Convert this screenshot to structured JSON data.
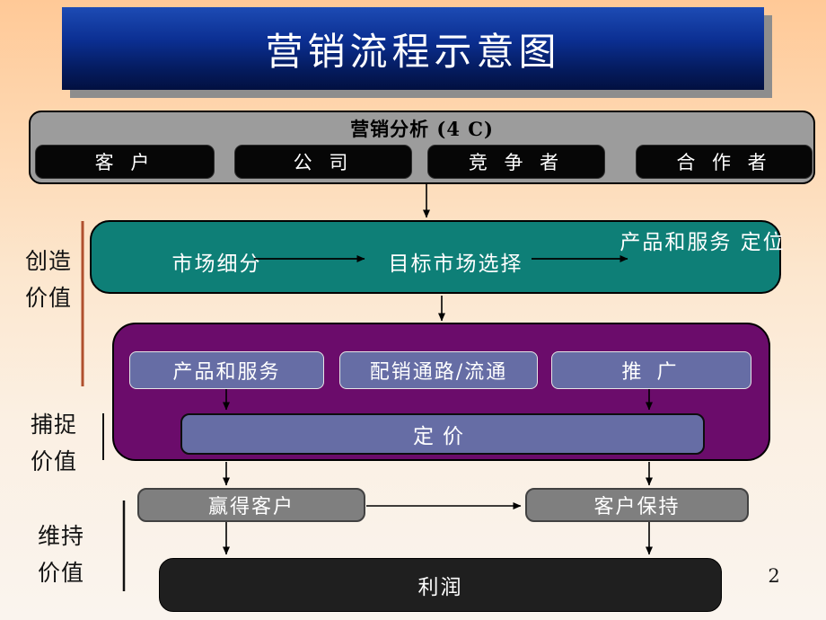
{
  "slide": {
    "title": "营销流程示意图",
    "page_number": "2"
  },
  "analysis": {
    "title": "营销分析 (4 C)",
    "items": [
      "客 户",
      "公 司",
      "竞 争 者",
      "合 作 者"
    ]
  },
  "stages": [
    {
      "line1": "创造",
      "line2": "价值"
    },
    {
      "line1": "捕捉",
      "line2": "价值"
    },
    {
      "line1": "维持",
      "line2": "价值"
    }
  ],
  "create_row": {
    "step1": "市场细分",
    "step2": "目标市场选择",
    "step3_line1": "产品和服务",
    "step3_line2": "定位"
  },
  "mix_row": {
    "buttons": [
      "产品和服务",
      "配销通路/流通",
      "推 广"
    ],
    "pricing": "定价"
  },
  "retention_row": {
    "left": "赢得客户",
    "right": "客户保持"
  },
  "profit": {
    "label": "利润"
  },
  "colors": {
    "background_top": "#ffc997",
    "background_bottom": "#faf4ee",
    "banner_top": "#1d4bb4",
    "banner_bottom": "#021040",
    "analysis_panel": "#9c9c9c",
    "analysis_button": "#060606",
    "teal_panel": "#0e7f77",
    "purple_panel": "#6b0c6b",
    "slate_button": "#666da5",
    "retain_box": "#7f7f7f",
    "profit_box": "#1f1f1f",
    "accent_line": "#b0502e"
  }
}
